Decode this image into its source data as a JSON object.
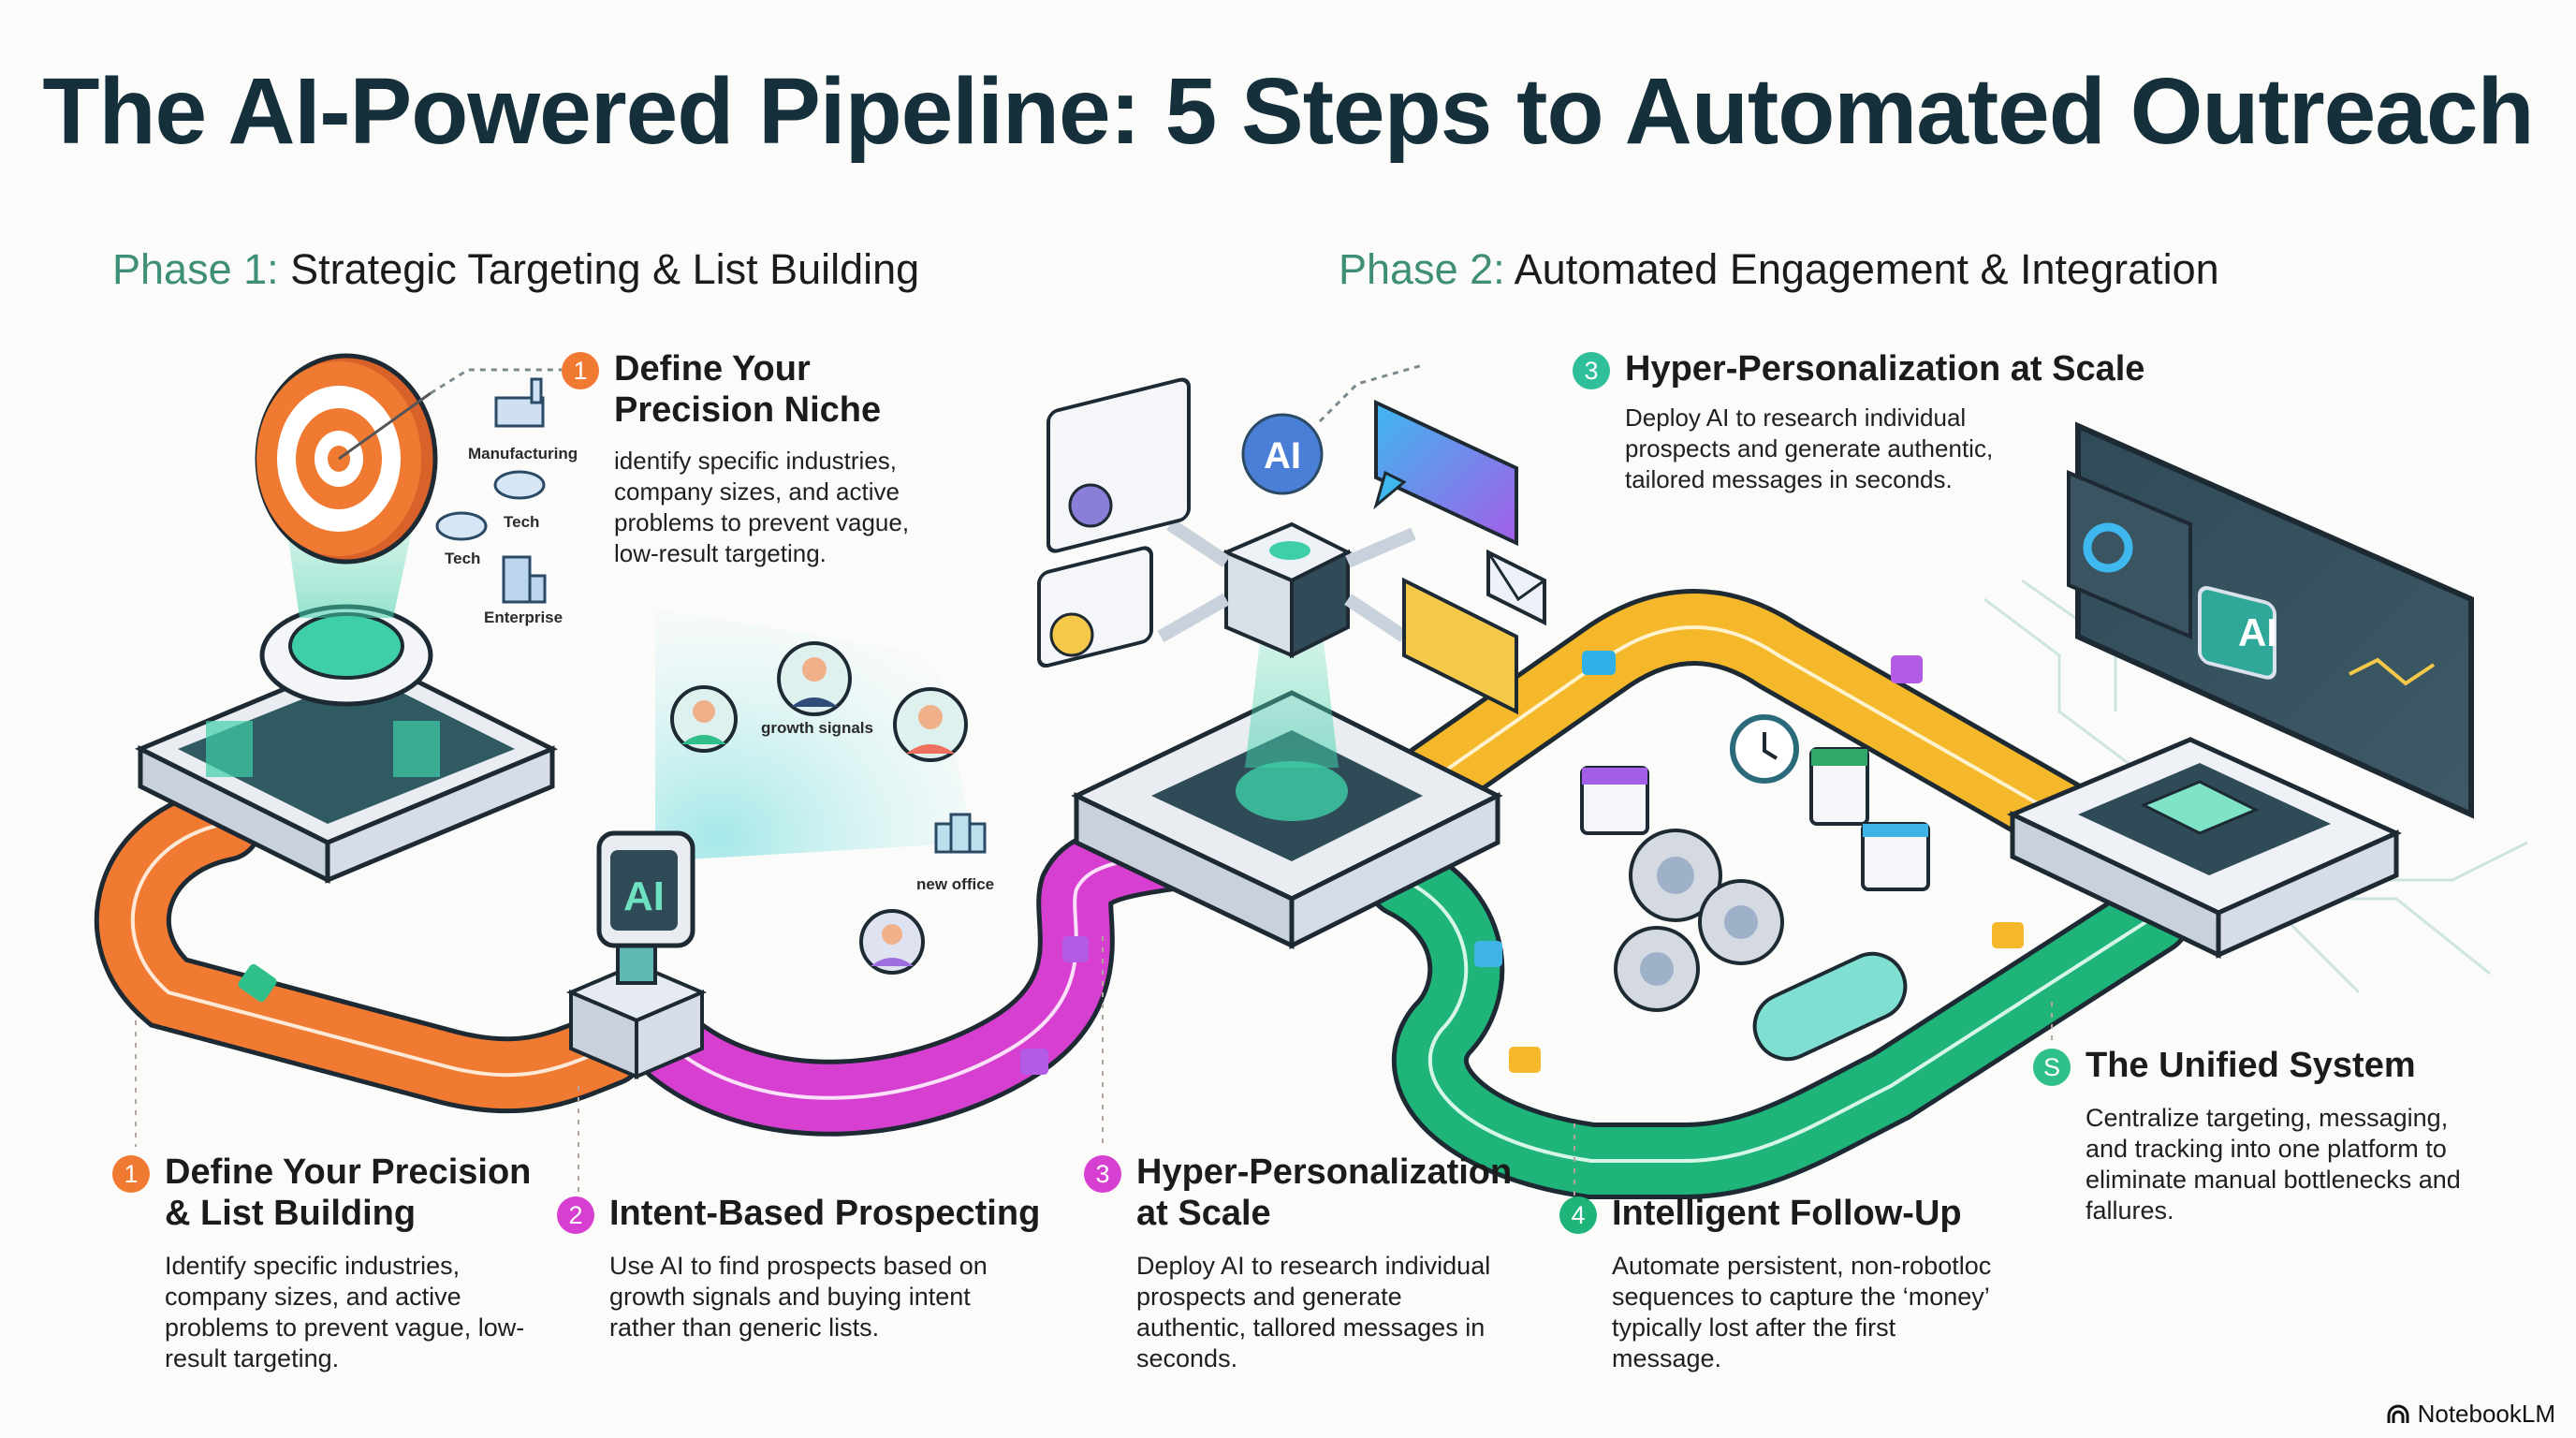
{
  "title": "The AI-Powered Pipeline: 5 Steps to Automated Outreach",
  "phases": [
    {
      "label": "Phase 1:",
      "title": "Strategic Targeting & List Building"
    },
    {
      "label": "Phase 2:",
      "title": "Automated Engagement & Integration"
    }
  ],
  "colors": {
    "orange": "#f07a32",
    "magenta": "#d63fd0",
    "teal": "#2fbf9a",
    "green": "#1fb57a",
    "yellow": "#f5b82a",
    "title": "#15303b",
    "phase_label": "#3f8f78"
  },
  "callouts": [
    {
      "number": "1",
      "title": "Define Your Precision Niche",
      "text": "identify specific industries, company sizes, and active problems to prevent vague, low-result targeting."
    },
    {
      "number": "3",
      "title": "Hyper-Personalization at Scale",
      "text": "Deploy AI to research individual prospects and generate authentic, tailored messages in seconds."
    }
  ],
  "steps": [
    {
      "number": "1",
      "title": "Define Your Precision & List Building",
      "text": "Identify specific industries, company sizes, and active problems to prevent vague, low-result targeting."
    },
    {
      "number": "2",
      "title": "Intent-Based Prospecting",
      "text": "Use AI to find prospects based on growth signals and buying intent rather than generic lists."
    },
    {
      "number": "3",
      "title": "Hyper-Personalization at Scale",
      "text": "Deploy AI to research individual prospects and generate authentic, tallored messages in seconds."
    },
    {
      "number": "4",
      "title": "Intelligent Follow-Up",
      "text": "Automate persistent, non-robotloc sequences to capture the ‘money’ typically lost after the first message."
    },
    {
      "number": "S",
      "title": "The Unified System",
      "text": "Centralize targeting, messaging, and tracking into one platform to eliminate manual bottlenecks and fallures."
    }
  ],
  "illustration_labels": {
    "industries": [
      "Manufacturing",
      "Tech",
      "Tech",
      "Enterprise"
    ],
    "signals": [
      "growth signals",
      "new office"
    ],
    "ai_text": "AI"
  },
  "brand": "NotebookLM"
}
